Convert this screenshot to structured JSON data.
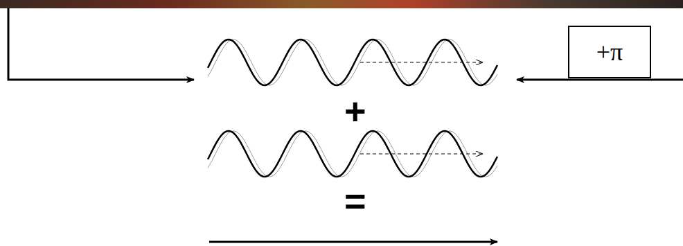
{
  "diagram": {
    "nodes": [
      {
        "text": [
          "+π"
        ]
      }
    ],
    "labels": [
      "+",
      "="
    ]
  }
}
